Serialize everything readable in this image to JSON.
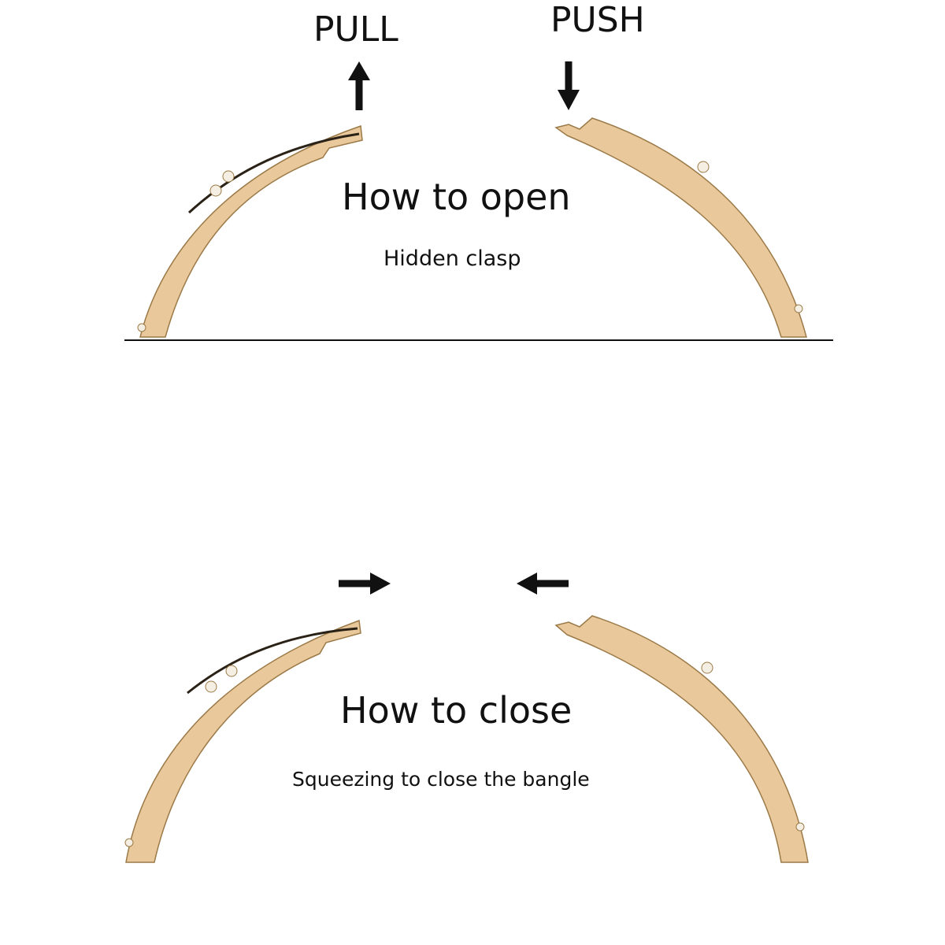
{
  "open_section": {
    "pull_label": "PULL",
    "push_label": "PUSH",
    "title": "How to open",
    "subtitle": "Hidden clasp"
  },
  "close_section": {
    "title": "How to close",
    "subtitle": "Squeezing to close the bangle"
  },
  "colors": {
    "bangle_fill": "#e9c99b",
    "bangle_outline": "#9b7a48",
    "bangle_edge_dark": "#2a2216",
    "divider": "#111111",
    "arrow": "#111111",
    "background": "#ffffff"
  }
}
